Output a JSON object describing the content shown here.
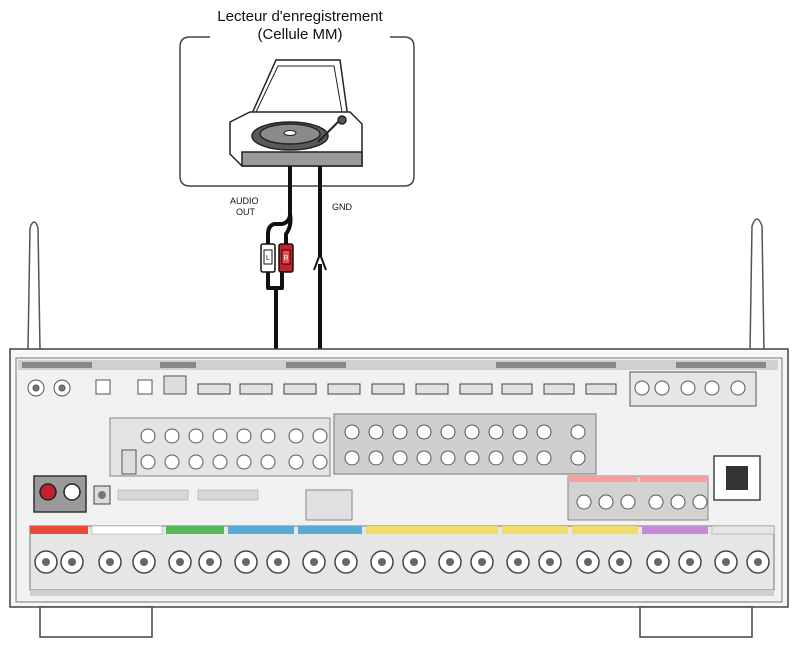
{
  "device": {
    "title_line1": "Lecteur d'enregistrement",
    "title_line2": "(Cellule MM)"
  },
  "labels": {
    "audio_out_line1": "AUDIO",
    "audio_out_line2": "OUT",
    "gnd": "GND"
  },
  "colors": {
    "cable": "#111111",
    "red_plug": "#c8202a",
    "panel": "#f4f4f4",
    "front_left": "#e84a3a",
    "surround": "#5aaad8",
    "center": "#56b85a",
    "surround_back": "#f0dc6a",
    "height": "#c48ad8",
    "wide": "#f2a0a0"
  }
}
